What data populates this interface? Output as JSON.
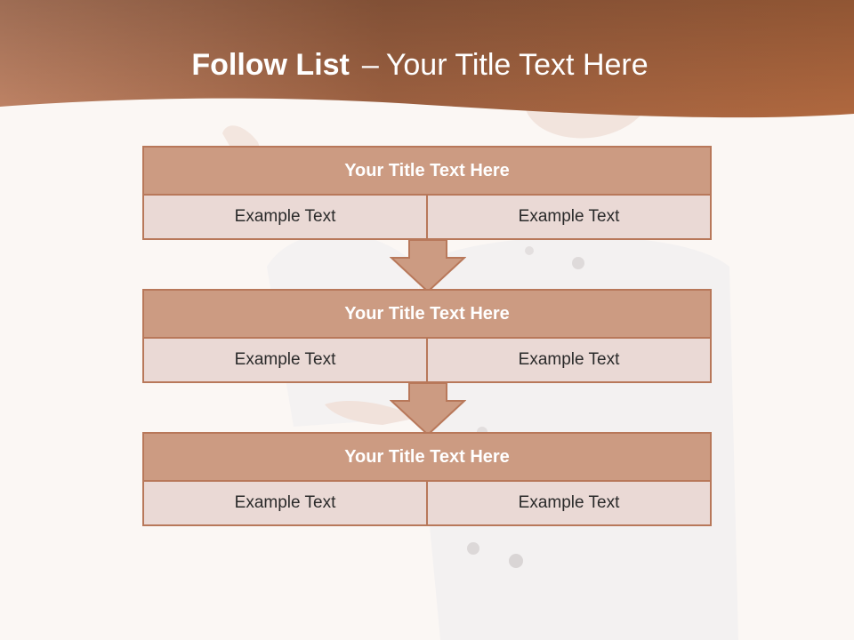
{
  "slide": {
    "title_bold": "Follow List",
    "title_separator": "–",
    "title_rest": "Your Title Text Here"
  },
  "colors": {
    "header": "#a86a48",
    "block_title_fill": "#cc9b82",
    "block_border": "#b8785a",
    "cell_fill": "#ead9d5"
  },
  "blocks": [
    {
      "title": "Your Title Text Here",
      "cells": [
        "Example Text",
        "Example Text"
      ]
    },
    {
      "title": "Your Title Text Here",
      "cells": [
        "Example Text",
        "Example Text"
      ]
    },
    {
      "title": "Your Title Text Here",
      "cells": [
        "Example Text",
        "Example Text"
      ]
    }
  ]
}
